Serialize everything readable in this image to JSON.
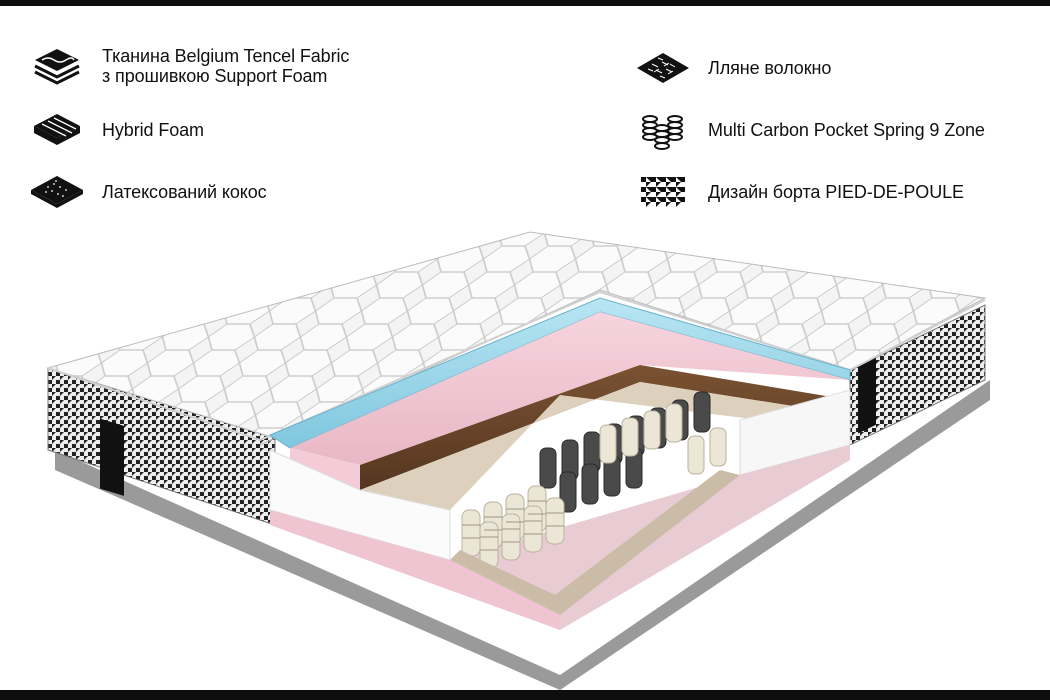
{
  "legend": [
    {
      "icon": "fabric-layers-icon",
      "lines": [
        "Тканина Belgium Tencel Fabric",
        "з прошивкою Support Foam"
      ]
    },
    {
      "icon": "hybrid-foam-icon",
      "lines": [
        "Hybrid Foam"
      ]
    },
    {
      "icon": "latex-coconut-icon",
      "lines": [
        "Латексований кокос"
      ]
    },
    {
      "icon": "flax-fiber-icon",
      "lines": [
        "Лляне волокно"
      ]
    },
    {
      "icon": "pocket-spring-icon",
      "lines": [
        "Multi Carbon Pocket Spring 9 Zone"
      ]
    },
    {
      "icon": "houndstooth-icon",
      "lines": [
        "Дизайн борта PIED-DE-POULE"
      ]
    }
  ],
  "colors": {
    "frame": "#0e0e0e",
    "icon": "#111111",
    "gel_foam": "#8fd3ea",
    "pink_foam": "#f1c6d3",
    "coconut": "#6b4528",
    "flax": "#d9cbb8",
    "spring_light": "#e9e3d2",
    "spring_dark": "#4a4a4a",
    "cover": "#f2f2f2"
  }
}
